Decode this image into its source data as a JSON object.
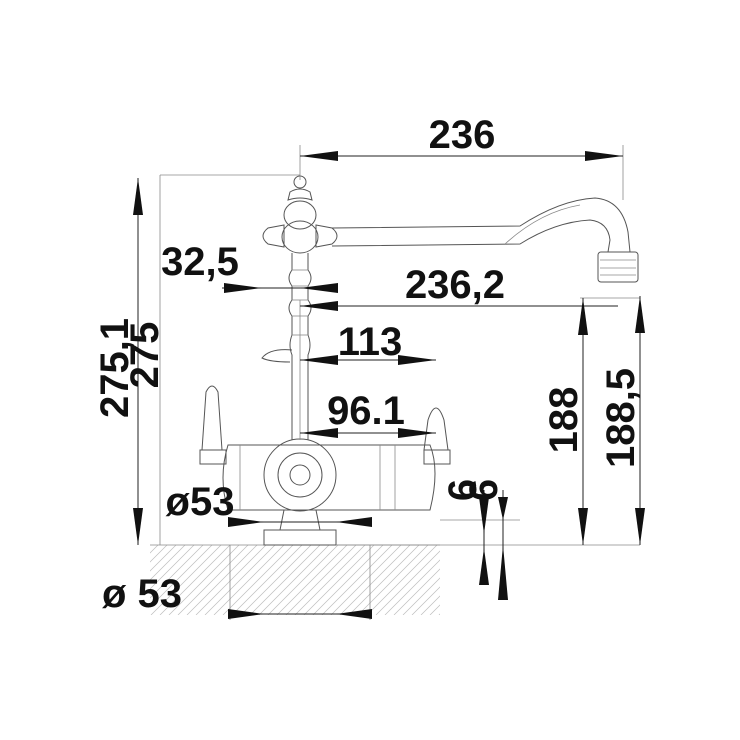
{
  "dimensions": {
    "overall_reach": "236",
    "spout_reach": "236,2",
    "handle_offset": "32,5",
    "center_to_lever": "113",
    "center_to_body": "96.1",
    "height_total_a": "275,1",
    "height_total_b": "275",
    "spout_height_a": "188",
    "spout_height_b": "188,5",
    "base_step_a": "6",
    "base_step_b": "6",
    "base_diameter_upper": "ø53",
    "base_diameter_lower": "ø 53"
  },
  "colors": {
    "outline": "#555555",
    "dimension": "#111111",
    "hatch": "#bdbdbd"
  }
}
